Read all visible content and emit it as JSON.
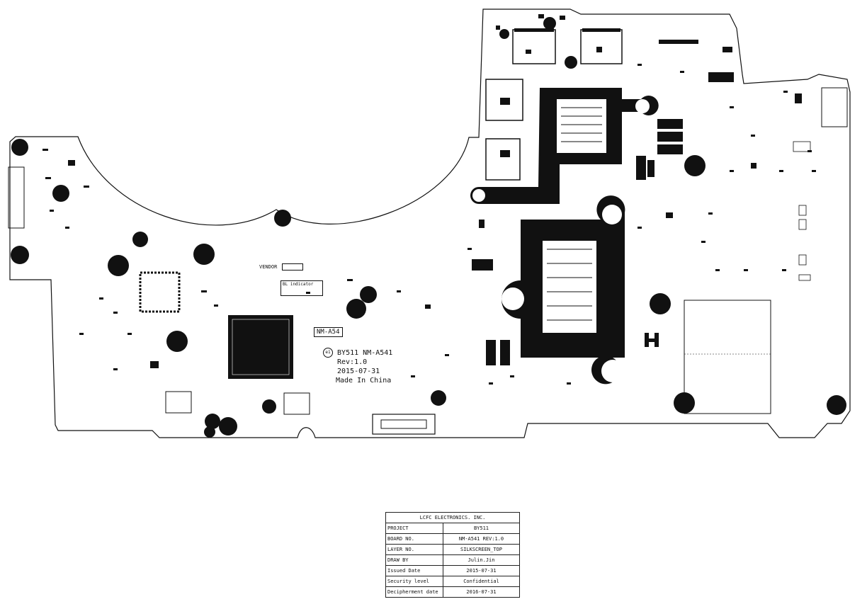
{
  "board": {
    "silk_logo": "BY511 NM-A541",
    "silk_rev": "Rev:1.0",
    "silk_date": "2015-07-31",
    "silk_origin": "Made In China",
    "tag_label": "NM-A54",
    "vendor_label": "VENDOR",
    "indicator_label": "BL indicator"
  },
  "title_block": {
    "company": "LCFC ELECTRONICS. INC.",
    "rows": [
      {
        "key": "PROJECT",
        "value": "BY511"
      },
      {
        "key": "BOARD NO.",
        "value": "NM-A541   REV:1.0"
      },
      {
        "key": "LAYER NO.",
        "value": "SILKSCREEN_TOP"
      },
      {
        "key": "DRAW BY",
        "value": "Julin.Jin"
      },
      {
        "key": "Issued  Date",
        "value": "2015-07-31"
      },
      {
        "key": "Security level",
        "value": "Confidential"
      },
      {
        "key": "Decipherment date",
        "value": "2016-07-31"
      }
    ]
  },
  "colors": {
    "silk": "#111111",
    "board_bg": "#ffffff"
  }
}
